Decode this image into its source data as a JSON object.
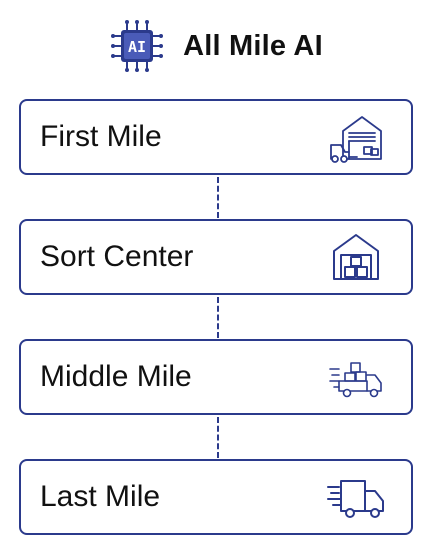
{
  "header": {
    "logo_text": "AI",
    "title": "All Mile AI",
    "icon": "ai-chip-icon"
  },
  "stages": [
    {
      "label": "First Mile",
      "icon": "warehouse-forklift-icon"
    },
    {
      "label": "Sort Center",
      "icon": "sort-center-icon"
    },
    {
      "label": "Middle Mile",
      "icon": "loaded-truck-icon"
    },
    {
      "label": "Last Mile",
      "icon": "delivery-truck-icon"
    }
  ],
  "colors": {
    "accent": "#2b3a8c",
    "border": "#2b3a8c",
    "text": "#111111"
  }
}
